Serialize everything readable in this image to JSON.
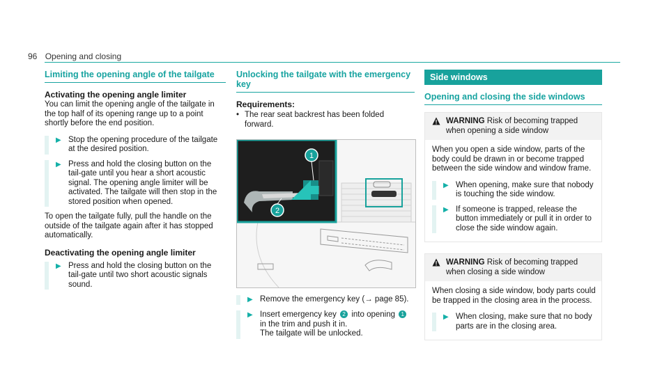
{
  "header": {
    "page_number": "96",
    "title": "Opening and closing"
  },
  "col1": {
    "title": "Limiting the opening angle of the tailgate",
    "activate_title": "Activating the opening angle limiter",
    "activate_intro": "You can limit the opening angle of the tailgate in the top half of its opening range up to a point shortly before the end position.",
    "step1": "Stop the opening procedure of the tailgate at the desired position.",
    "step2": "Press and hold the closing button on the tail-gate until you hear a short acoustic signal. The opening angle limiter will be activated. The tailgate will then stop in the stored position when opened.",
    "open_text": "To open the tailgate fully, pull the handle on the outside of the tailgate again after it has stopped automatically.",
    "deactivate_title": "Deactivating the opening angle limiter",
    "step3": "Press and hold the closing button on the tail-gate until two short acoustic signals sound."
  },
  "col2": {
    "title": "Unlocking the tailgate with the emergency key",
    "req_title": "Requirements:",
    "req_bullet": "The rear seat backrest has been folded forward.",
    "callout1": "1",
    "callout2": "2",
    "step1": "Remove the emergency key (→ page 85).",
    "step2_a": "Insert emergency key",
    "step2_b": "into opening",
    "step2_c": "in the trim and push it in.",
    "step2_d": "The tailgate will be unlocked."
  },
  "col3": {
    "banner": "Side windows",
    "title": "Opening and closing the side windows",
    "warn1_label": "WARNING",
    "warn1_head": "Risk of becoming trapped when opening a side window",
    "warn1_text": "When you open a side window, parts of the body could be drawn in or become trapped between the side window and window frame.",
    "warn1_step1": "When opening, make sure that nobody is touching the side window.",
    "warn1_step2": "If someone is trapped, release the button immediately or pull it in order to close the side window again.",
    "warn2_label": "WARNING",
    "warn2_head": "Risk of becoming trapped when closing a side window",
    "warn2_text": "When closing a side window, body parts could be trapped in the closing area in the process.",
    "warn2_step1": "When closing, make sure that no body parts are in the closing area."
  },
  "colors": {
    "accent": "#18a29c"
  },
  "icons": {
    "step": "play-arrow-icon",
    "warning": "warning-triangle-icon"
  }
}
